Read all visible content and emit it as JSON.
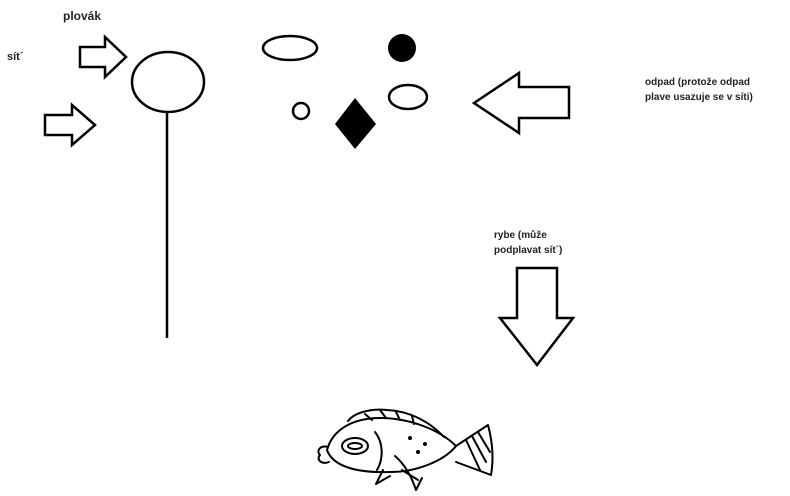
{
  "labels": {
    "net": "sít´",
    "float": "plovák",
    "waste_line1": "odpad (protože odpad",
    "waste_line2": "plave usazuje se v síti)",
    "fish_line1": "rybe (může",
    "fish_line2": "podplavat sít´)"
  },
  "colors": {
    "stroke": "#000000",
    "background": "#ffffff",
    "text": "#222222"
  },
  "icons": [
    "arrow-right-icon",
    "arrow-left-icon",
    "arrow-down-icon",
    "circle-icon",
    "ellipse-icon",
    "diamond-icon",
    "fish-icon"
  ]
}
